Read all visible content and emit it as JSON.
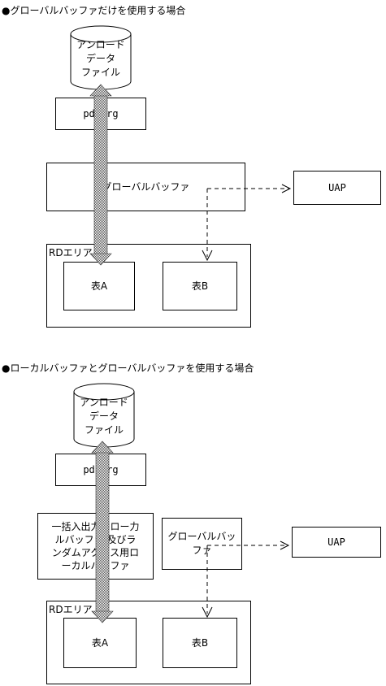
{
  "section1": {
    "heading": "●グローバルバッファだけを使用する場合",
    "cylinder_label": "アンロード\nデータ\nファイル",
    "pdrorg": "pdrorg",
    "global_buffer": "グローバルバッファ",
    "uap": "UAP",
    "rd_area": "RDエリア",
    "table_a": "表A",
    "table_b": "表B"
  },
  "section2": {
    "heading": "●ローカルバッファとグローバルバッファを使用する場合",
    "cylinder_label": "アンロード\nデータ\nファイル",
    "pdrorg": "pdrorg",
    "local_buffer": "一括入出力用ロー力\nルバッファ 及びラ\nンダムアクセス用ロ\nーカルバッファ",
    "global_buffer": "グローバルバッ\nファ",
    "uap": "UAP",
    "rd_area": "RDエリア",
    "table_a": "表A",
    "table_b": "表B"
  }
}
